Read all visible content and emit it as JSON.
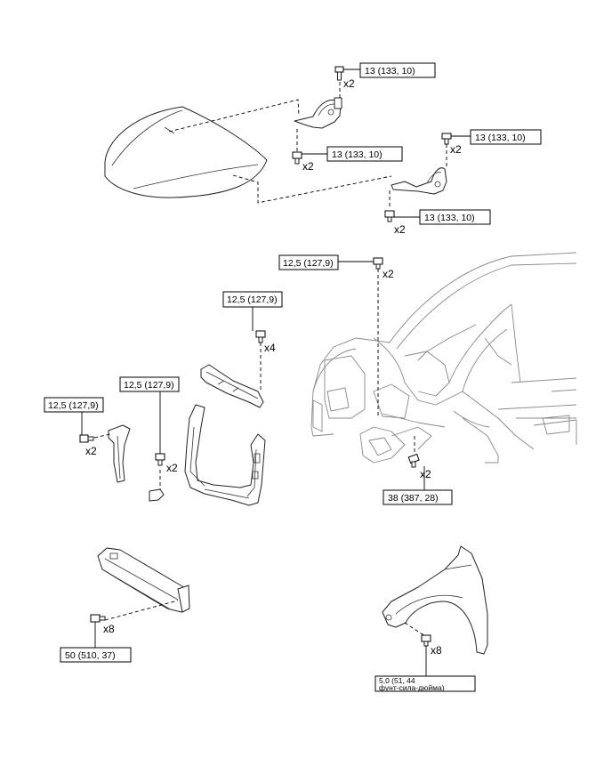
{
  "callouts": {
    "hood_hinge_upper": {
      "torque": "13 (133, 10)",
      "qty": "x2"
    },
    "hood_hinge_lower": {
      "torque": "13 (133, 10)",
      "qty": "x2"
    },
    "right_hinge_upper": {
      "torque": "13 (133, 10)",
      "qty": "x2"
    },
    "right_hinge_lower": {
      "torque": "13 (133, 10)",
      "qty": "x2"
    },
    "cowl_top": {
      "torque": "12,5 (127,9)",
      "qty": "x2"
    },
    "upper_support": {
      "torque": "12,5 (127,9)",
      "qty": "x4"
    },
    "radiator_support": {
      "torque": "12,5 (127,9)",
      "qty": "x2"
    },
    "side_bracket": {
      "torque": "12,5 (127,9)",
      "qty": "x2"
    },
    "front_frame": {
      "torque": "38 (387, 28)",
      "qty": "x2"
    },
    "bumper_reinforcement": {
      "torque": "50 (510, 37)",
      "qty": "x8"
    },
    "fender": {
      "torque_line1": "5,0 (51, 44",
      "torque_line2": "фунт-сила-дюйма)",
      "qty": "x8"
    }
  },
  "icons": [
    "hood",
    "hood-hinge",
    "bolt",
    "radiator-support",
    "bumper-reinforcement",
    "front-fender",
    "vehicle-body"
  ]
}
